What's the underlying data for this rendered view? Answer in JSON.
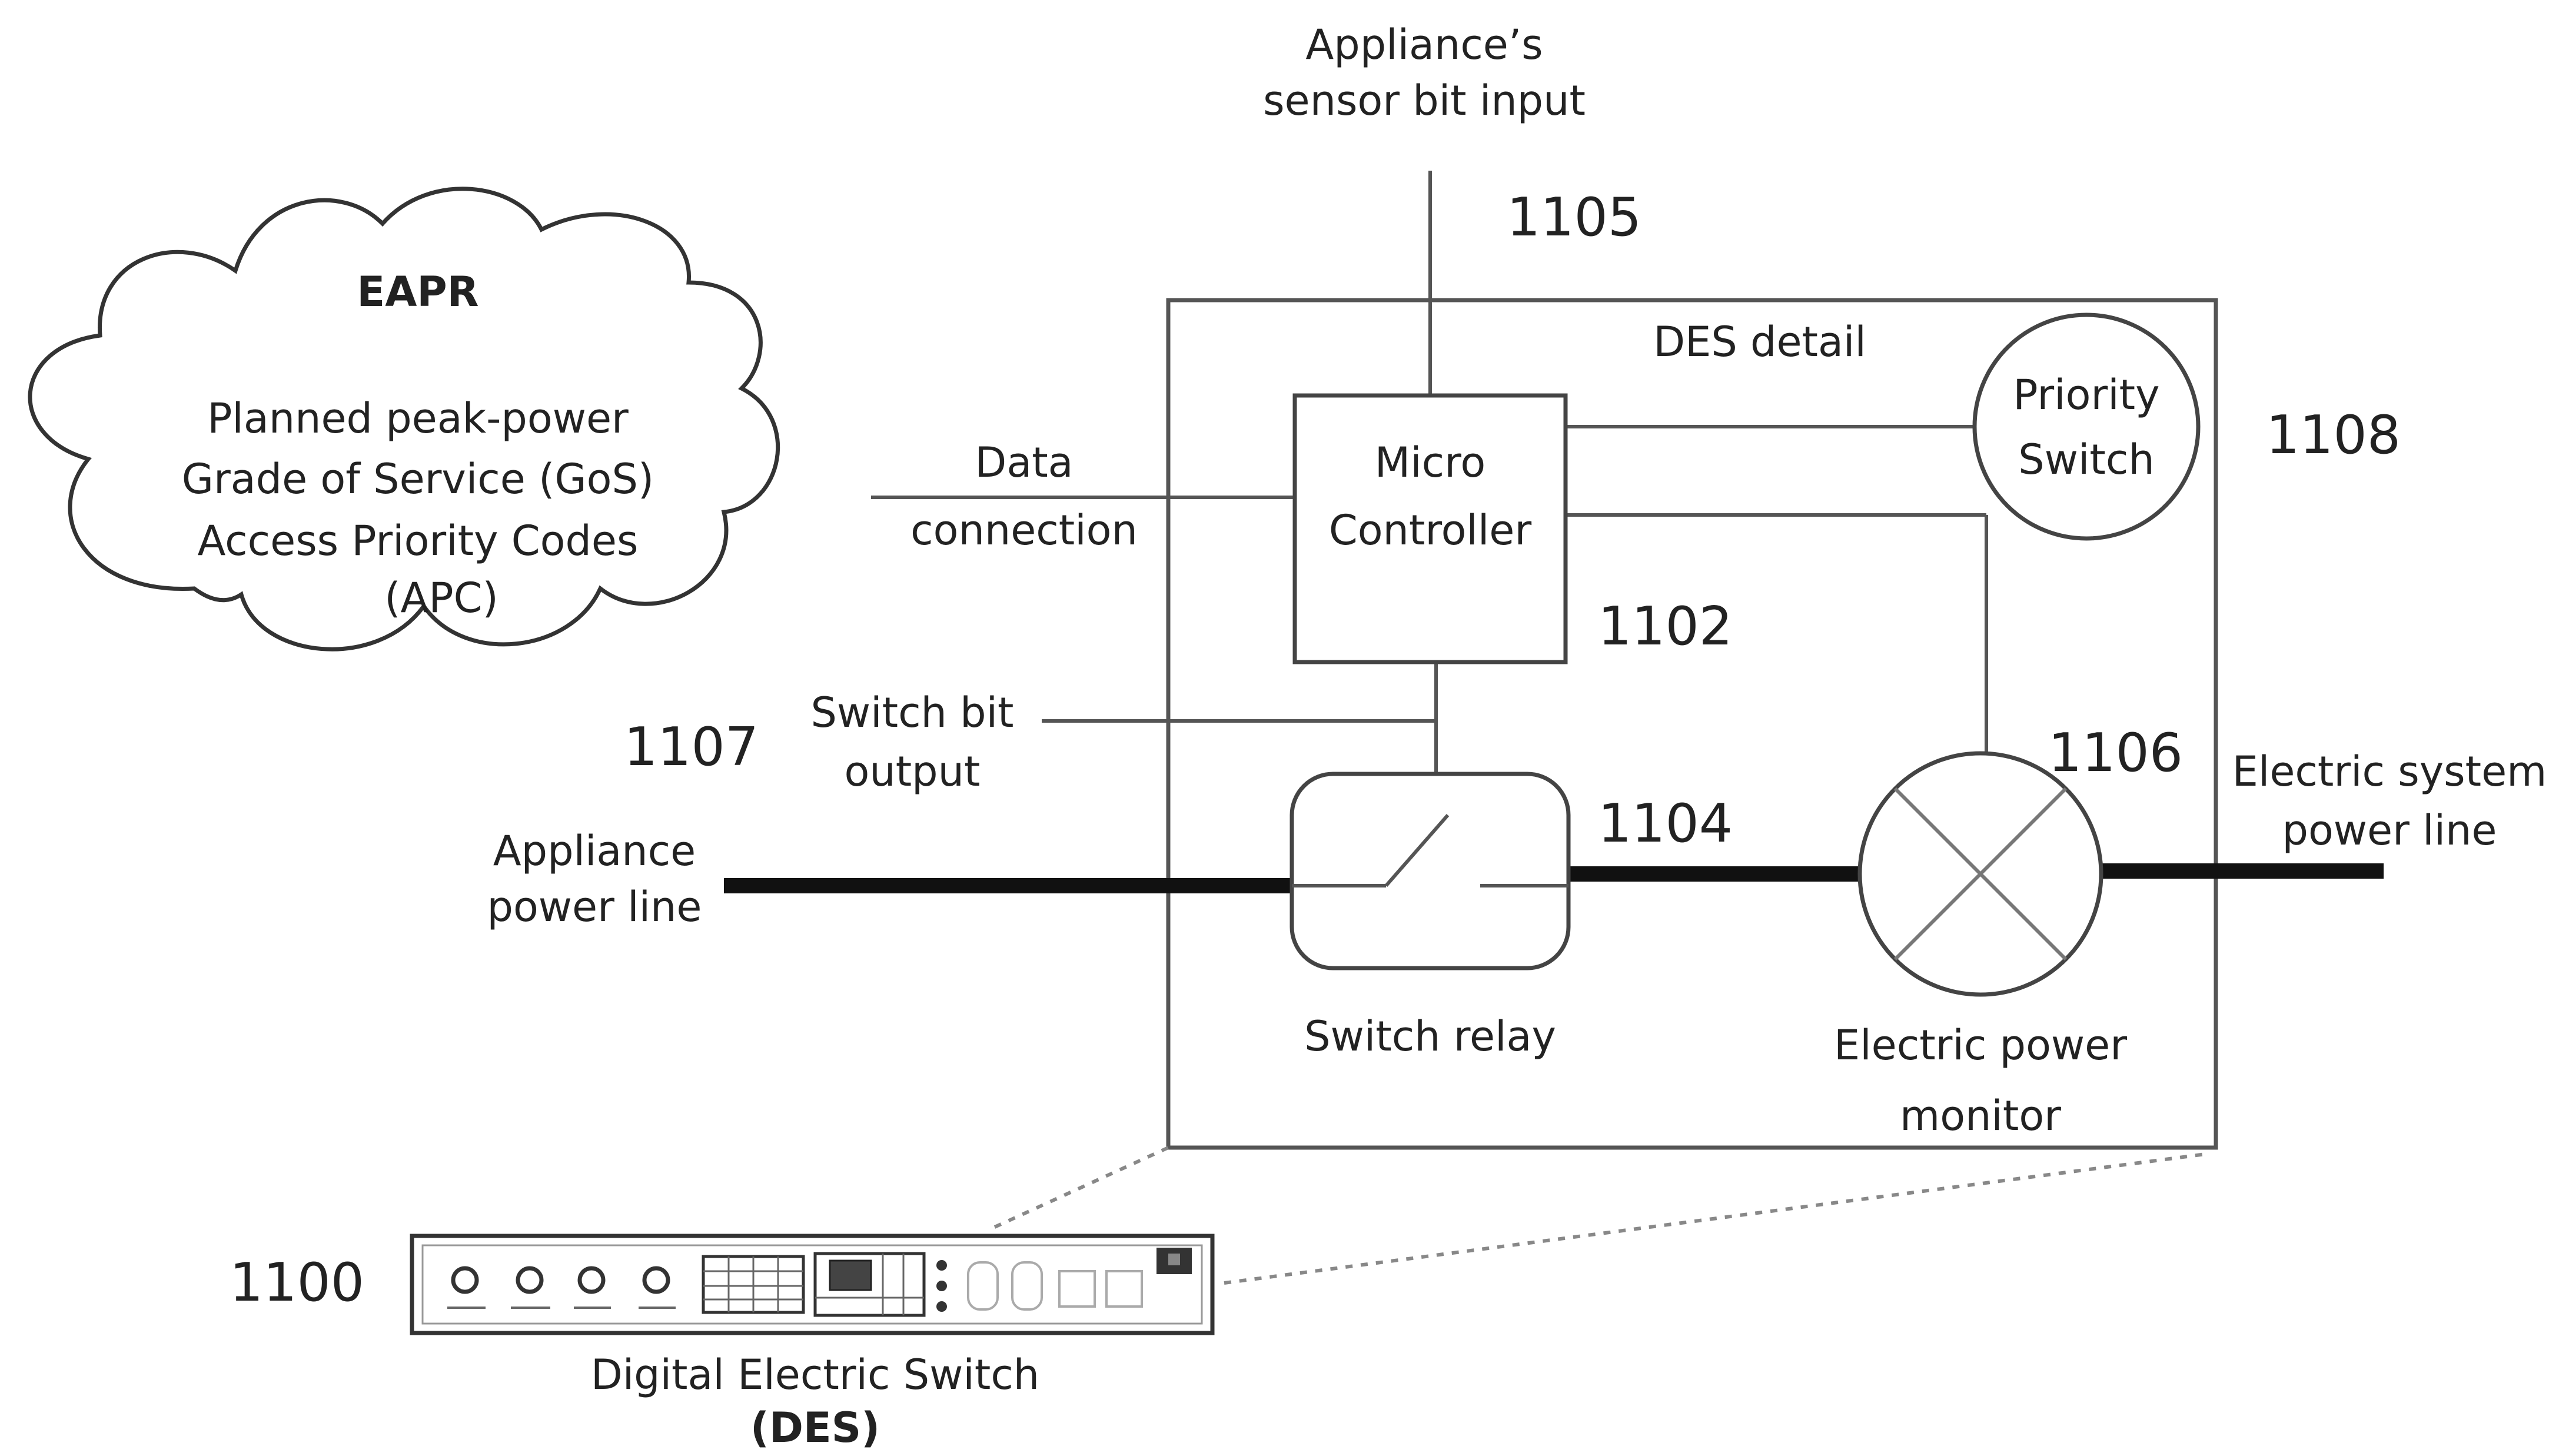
{
  "colors": {
    "line": "#555555",
    "power_line": "#111111",
    "text": "#222222",
    "dotted": "#888888"
  },
  "top_label": {
    "line1": "Appliance’s",
    "line2": "sensor bit input"
  },
  "cloud": {
    "title": "EAPR",
    "line1": "Planned peak-power",
    "line2": "Grade of Service (GoS)",
    "line3": "Access Priority Codes",
    "line4": "(APC)"
  },
  "data_connection": {
    "line1": "Data",
    "line2": "connection"
  },
  "des_detail": {
    "title": "DES detail"
  },
  "micro_controller": {
    "line1": "Micro",
    "line2": "Controller"
  },
  "priority_switch": {
    "line1": "Priority",
    "line2": "Switch"
  },
  "switch_bit_output": {
    "line1": "Switch bit",
    "line2": "output"
  },
  "appliance_power_line": {
    "line1": "Appliance",
    "line2": "power line"
  },
  "electric_system_power_line": {
    "line1": "Electric system",
    "line2": "power line"
  },
  "switch_relay": {
    "label": "Switch relay"
  },
  "power_monitor": {
    "line1": "Electric power",
    "line2": "monitor"
  },
  "device": {
    "line1": "Digital Electric Switch",
    "line2": "(DES)"
  },
  "refs": {
    "r1100": "1100",
    "r1102": "1102",
    "r1104": "1104",
    "r1105": "1105",
    "r1106": "1106",
    "r1107": "1107",
    "r1108": "1108"
  }
}
